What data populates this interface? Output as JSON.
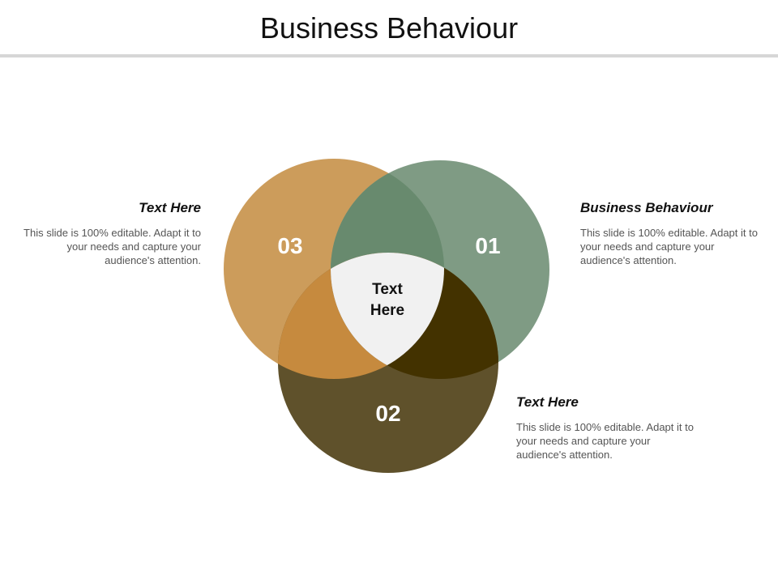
{
  "slide": {
    "title": "Business Behaviour"
  },
  "venn": {
    "circles": [
      {
        "id": "01",
        "label": "01",
        "color": "#7f9b84"
      },
      {
        "id": "02",
        "label": "02",
        "color": "#5f512b"
      },
      {
        "id": "03",
        "label": "03",
        "color": "#cc9c5b"
      }
    ],
    "overlap_colors": {
      "01_03": "#688a6e",
      "02_03": "#c68a3e",
      "01_02": "#433200"
    },
    "center": {
      "line1": "Text",
      "line2": "Here",
      "color": "#f1f1f1"
    }
  },
  "blocks": {
    "left": {
      "heading": "Text Here",
      "body": "This slide is 100% editable. Adapt it to your needs and capture your audience's attention."
    },
    "right_top": {
      "heading": "Business Behaviour",
      "body": "This slide is 100% editable. Adapt it to your needs and capture your audience's attention."
    },
    "right_bottom": {
      "heading": "Text Here",
      "body": "This slide is 100% editable. Adapt it to your needs and capture your audience's attention."
    }
  }
}
